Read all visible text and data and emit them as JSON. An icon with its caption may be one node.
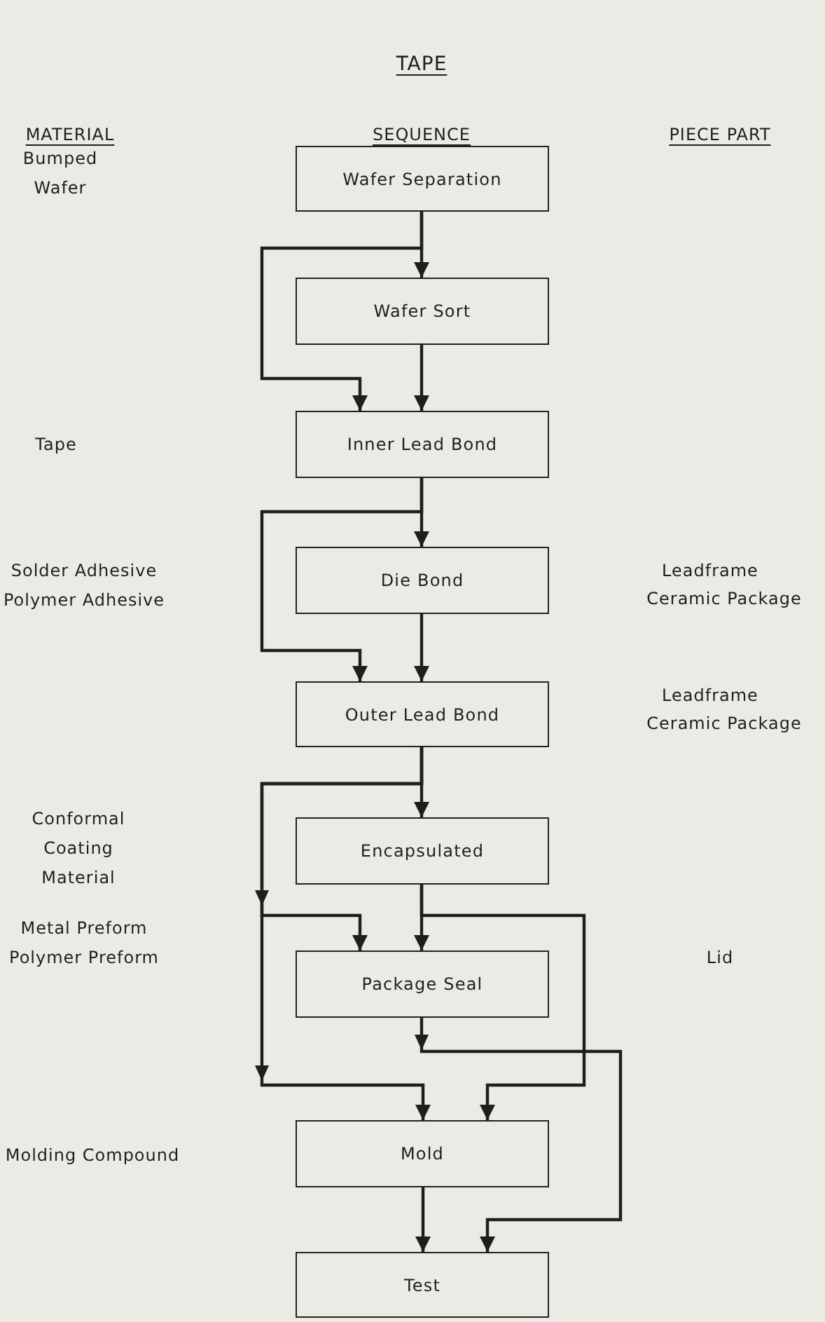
{
  "diagram": {
    "title": "TAPE",
    "nodes": [
      {
        "text": [
          "Wafer Separation"
        ]
      },
      {
        "text": [
          "Wafer Sort"
        ]
      },
      {
        "text": [
          "Inner Lead Bond"
        ]
      },
      {
        "text": [
          "Die Bond"
        ]
      },
      {
        "text": [
          "Outer Lead Bond"
        ]
      },
      {
        "text": [
          "Encapsulated"
        ]
      },
      {
        "text": [
          "Package Seal"
        ]
      },
      {
        "text": [
          "Mold"
        ]
      },
      {
        "text": [
          "Test"
        ]
      }
    ],
    "edges": [
      {
        "from": 0,
        "to": 1,
        "arrow": "to"
      },
      {
        "from": 0,
        "to": 2,
        "arrow": "to"
      },
      {
        "from": 1,
        "to": 2,
        "arrow": "to"
      },
      {
        "from": 2,
        "to": 3,
        "arrow": "to"
      },
      {
        "from": 2,
        "to": 4,
        "arrow": "to"
      },
      {
        "from": 3,
        "to": 4,
        "arrow": "to"
      },
      {
        "from": 4,
        "to": 5,
        "arrow": "to"
      },
      {
        "from": 4,
        "to": 6,
        "arrow": "to"
      },
      {
        "from": 4,
        "to": 7,
        "arrow": "to"
      },
      {
        "from": 5,
        "to": 6,
        "arrow": "to"
      },
      {
        "from": 5,
        "to": 7,
        "arrow": "to"
      },
      {
        "from": 6,
        "to": 8,
        "arrow": "to"
      },
      {
        "from": 7,
        "to": 8,
        "arrow": "to"
      }
    ],
    "labels": [
      "MATERIAL",
      "SEQUENCE",
      "PIECE PART",
      "Bumped Wafer",
      "Tape",
      "Solder Adhesive",
      "Polymer Adhesive",
      "Leadframe",
      "Ceramic Package",
      "Leadframe",
      "Ceramic Package",
      "Conformal Coating Material",
      "Metal Preform",
      "Polymer Preform",
      "Lid",
      "Molding Compound"
    ]
  }
}
